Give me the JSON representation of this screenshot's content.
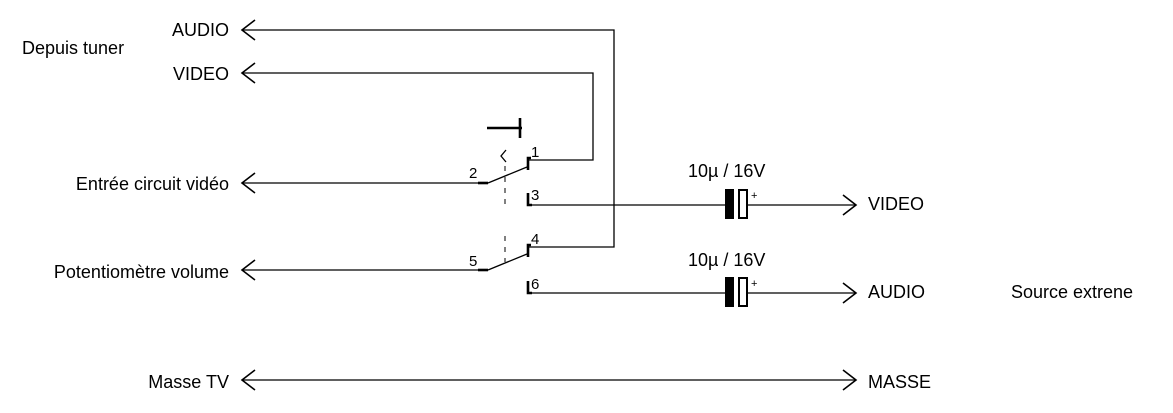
{
  "labels": {
    "source_group": "Depuis tuner",
    "audio_in": "AUDIO",
    "video_in": "VIDEO",
    "video_circuit": "Entrée circuit vidéo",
    "volume_pot": "Potentiomètre volume",
    "ground_tv": "Masse TV",
    "video_out": "VIDEO",
    "audio_out": "AUDIO",
    "ground_out": "MASSE",
    "external_source": "Source extrene"
  },
  "capacitors": [
    {
      "value": "10µ / 16V",
      "polarity": "+"
    },
    {
      "value": "10µ / 16V",
      "polarity": "+"
    }
  ],
  "switch_pins": [
    "1",
    "2",
    "3",
    "4",
    "5",
    "6"
  ],
  "icons": [
    "open-arrow-left",
    "open-arrow-right",
    "push-switch",
    "polarized-capacitor"
  ]
}
